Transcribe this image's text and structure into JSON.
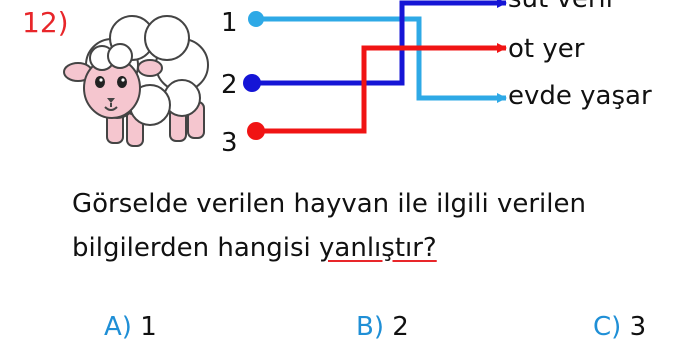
{
  "question": {
    "number": "12)",
    "line1": "Görselde verilen hayvan ile ilgili verilen",
    "line2_prefix": "bilgilerden hangisi ",
    "line2_underlined": "yanlıştır?"
  },
  "matching": {
    "left_numbers": [
      "1",
      "2",
      "3"
    ],
    "right_labels": [
      "süt verir",
      "ot yer",
      "evde yaşar"
    ],
    "connections": [
      {
        "from": "1",
        "to": "evde yaşar",
        "color": "#2ea9e6"
      },
      {
        "from": "2",
        "to": "süt verir",
        "color": "#1515d6"
      },
      {
        "from": "3",
        "to": "ot yer",
        "color": "#f01414"
      }
    ]
  },
  "options": [
    {
      "key": "A)",
      "value": "1"
    },
    {
      "key": "B)",
      "value": "2"
    },
    {
      "key": "C)",
      "value": "3"
    }
  ],
  "illustration": {
    "icon": "sheep-icon"
  }
}
